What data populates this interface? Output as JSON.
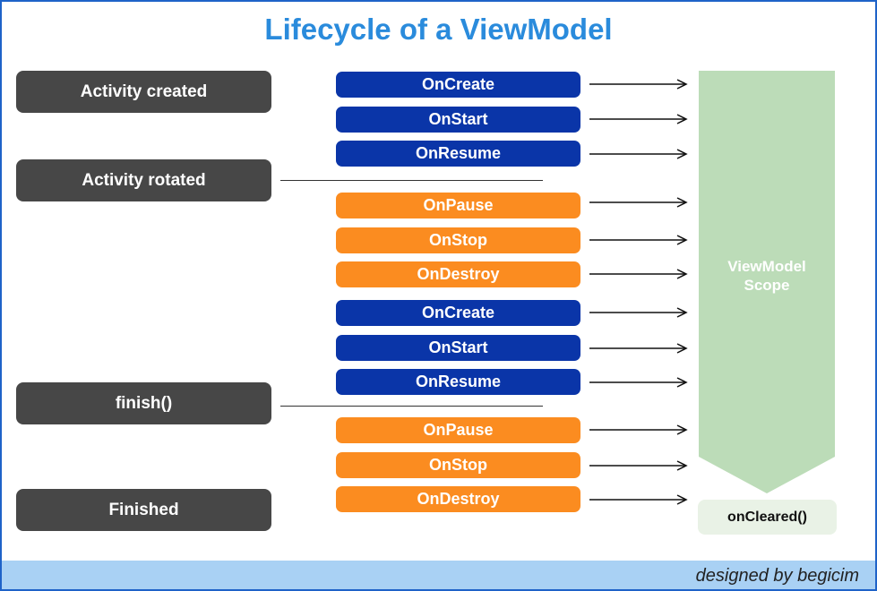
{
  "title": "Lifecycle of a ViewModel",
  "states": [
    {
      "label": "Activity created"
    },
    {
      "label": "Activity rotated"
    },
    {
      "label": "finish()"
    },
    {
      "label": "Finished"
    }
  ],
  "callbacks": [
    {
      "label": "OnCreate",
      "color": "#0a35a8"
    },
    {
      "label": "OnStart",
      "color": "#0a35a8"
    },
    {
      "label": "OnResume",
      "color": "#0a35a8"
    },
    {
      "label": "OnPause",
      "color": "#fb8c20"
    },
    {
      "label": "OnStop",
      "color": "#fb8c20"
    },
    {
      "label": "OnDestroy",
      "color": "#fb8c20"
    },
    {
      "label": "OnCreate",
      "color": "#0a35a8"
    },
    {
      "label": "OnStart",
      "color": "#0a35a8"
    },
    {
      "label": "OnResume",
      "color": "#0a35a8"
    },
    {
      "label": "OnPause",
      "color": "#fb8c20"
    },
    {
      "label": "OnStop",
      "color": "#fb8c20"
    },
    {
      "label": "OnDestroy",
      "color": "#fb8c20"
    }
  ],
  "scope": {
    "line1": "ViewModel",
    "line2": "Scope",
    "color": "#bcdcb8"
  },
  "cleared": {
    "label": "onCleared()"
  },
  "footer": {
    "credit": "designed by begicim",
    "color": "#a9d1f4"
  },
  "colors": {
    "title": "#2a8bdc",
    "frame": "#1e63c8",
    "state": "#474747"
  }
}
